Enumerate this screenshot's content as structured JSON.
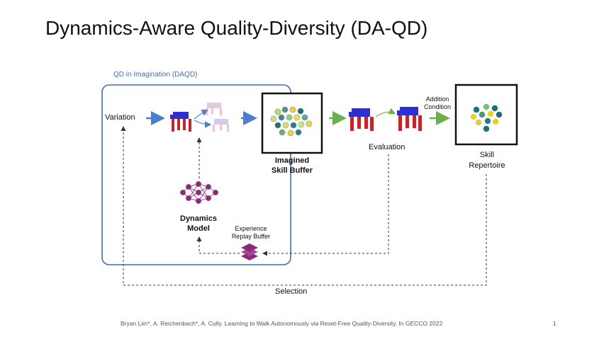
{
  "slide": {
    "title": "Dynamics-Aware Quality-Diversity (DA-QD)",
    "footer": "Bryan Lim*, A. Reichenbach*, A. Cully. Learning to Walk Autonomously via Reset-Free Quality-Diversity. In GECCO 2022",
    "page_number": "1"
  },
  "diagram": {
    "qd_box_label": "QD in Imagination (DAQD)",
    "variation": "Variation",
    "imagined_buffer": [
      "Imagined",
      "Skill Buffer"
    ],
    "evaluation": "Evaluation",
    "addition_condition": [
      "Addition",
      "Condition"
    ],
    "skill_repertoire": [
      "Skill",
      "Repertoire"
    ],
    "dynamics_model": [
      "Dynamics",
      "Model"
    ],
    "experience_replay": [
      "Experience",
      "Replay Buffer"
    ],
    "selection": "Selection"
  },
  "colors": {
    "qd_box": "#3a6fc0",
    "arrow_blue": "#4a7fd0",
    "arrow_green": "#6ab04c",
    "robot_body": "#2d2fd0",
    "robot_legs": "#c0272d",
    "network": "#8b2c7a"
  }
}
